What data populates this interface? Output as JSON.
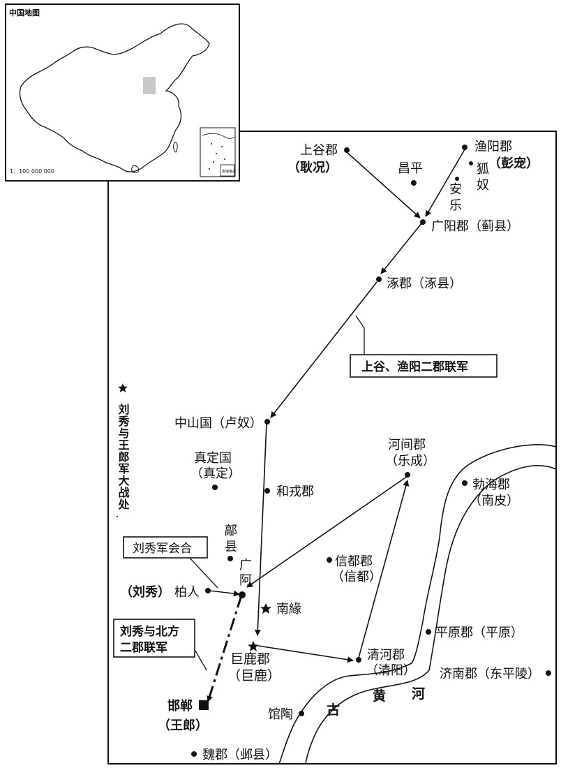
{
  "inset": {
    "title": "中国地图",
    "scale": "1：100 000 000",
    "south_sea_label": "南海诸岛"
  },
  "legend": {
    "star_text": "刘秀与王郎军大战处"
  },
  "callouts": {
    "allied_army": "上谷、渔阳二郡联军",
    "liu_xiu_meet": "刘秀军会合",
    "liu_xiu_north_line1": "刘秀与北方",
    "liu_xiu_north_line2": "二郡联军"
  },
  "river": {
    "c1": "古",
    "c2": "黄",
    "c3": "河"
  },
  "places": {
    "shanggu": "上谷郡",
    "shanggu_general": "（耿况）",
    "yuyang": "渔阳郡",
    "yuyang_general": "（彭宠）",
    "changping": "昌平",
    "hunu_1": "狐",
    "hunu_2": "奴",
    "anle_1": "安",
    "anle_2": "乐",
    "guangyang": "广阳郡（蓟县）",
    "zhuo": "涿郡（涿县）",
    "zhongshan": "中山国（卢奴）",
    "zhending_1": "真定国",
    "zhending_2": "（真定）",
    "herong": "和戎郡",
    "hejian_1": "河间郡",
    "hejian_2": "（乐成）",
    "bohai_1": "勃海郡",
    "bohai_2": "（南皮）",
    "hao_1": "鄗",
    "hao_2": "县",
    "guange_1": "广",
    "guange_2": "阿",
    "xindu_1": "信都郡",
    "xindu_2": "（信都）",
    "bairen_name": "（刘秀）",
    "bairen": "柏人",
    "nanluan": "南緣",
    "pingyuan": "平原郡（平原）",
    "julu_1": "巨鹿郡",
    "julu_2": "（巨鹿）",
    "qinghe_1": "清河郡",
    "qinghe_2": "（清阳）",
    "jinan": "济南郡（东平陵）",
    "handan": "邯郸",
    "handan_general": "（王郎）",
    "guantao": "馆陶",
    "wei": "魏郡（邺县）"
  },
  "colors": {
    "ink": "#111111",
    "highlight": "#c8c8c8"
  }
}
